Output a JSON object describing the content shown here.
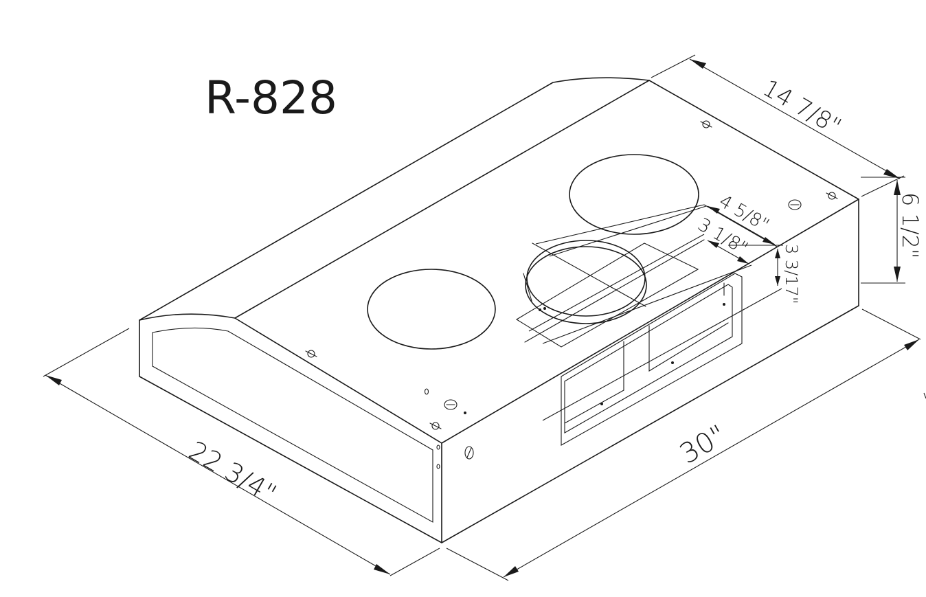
{
  "model": "R-828",
  "dimensions": {
    "depth_top": "14 7/8\"",
    "height": "6 1/2\"",
    "depth_side": "22 3/4\"",
    "width": "30\"",
    "duct_long": "4 5/8\"",
    "duct_short": "3 1/8\"",
    "duct_offset": "3 3/17\""
  },
  "colors": {
    "line": "#1a1a1a",
    "background": "#ffffff"
  }
}
